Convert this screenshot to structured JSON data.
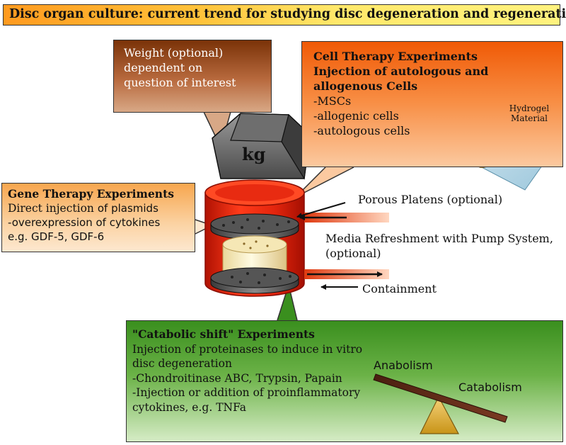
{
  "title": "Disc organ culture: current trend for studying disc degeneration and regeneration",
  "weight_callout": {
    "lines": [
      "Weight (optional)",
      "dependent on",
      "question of interest"
    ]
  },
  "weight_block_label": "kg",
  "cell_therapy": {
    "heading_lines": [
      "Cell Therapy Experiments",
      "Injection of autologous and",
      "allogenous Cells"
    ],
    "items": [
      "-MSCs",
      "-allogenic cells",
      "-autologous cells"
    ],
    "hydrogel_label_lines": [
      "Hydrogel",
      "Material"
    ]
  },
  "gene_therapy": {
    "heading": "Gene Therapy Experiments",
    "line2_serif": "Direct injection ",
    "line2_sans": "of plasmids",
    "line3": "-overexpression of cytokines",
    "line4": "e.g. GDF-5, GDF-6"
  },
  "labels": {
    "porous_platens": "Porous Platens (optional)",
    "media_line1": "Media Refreshment with Pump System,",
    "media_line2": "(optional)",
    "containment": "Containment"
  },
  "catabolic": {
    "heading": "\"Catabolic shift\" Experiments",
    "lines": [
      "Injection of proteinases to induce in vitro",
      "disc degeneration",
      "-Chondroitinase ABC, Trypsin, Papain",
      "-Injection or addition of proinflammatory",
      "cytokines, e.g. TNFa"
    ],
    "anabolism": "Anabolism",
    "catabolism": "Catabolism"
  },
  "colors": {
    "weight_box": "#9b4d22",
    "cell_box": "#f26d14",
    "gene_box": "#f9b872",
    "catabolic_box": "#4e9e2c",
    "chamber_red": "#e0210c"
  }
}
